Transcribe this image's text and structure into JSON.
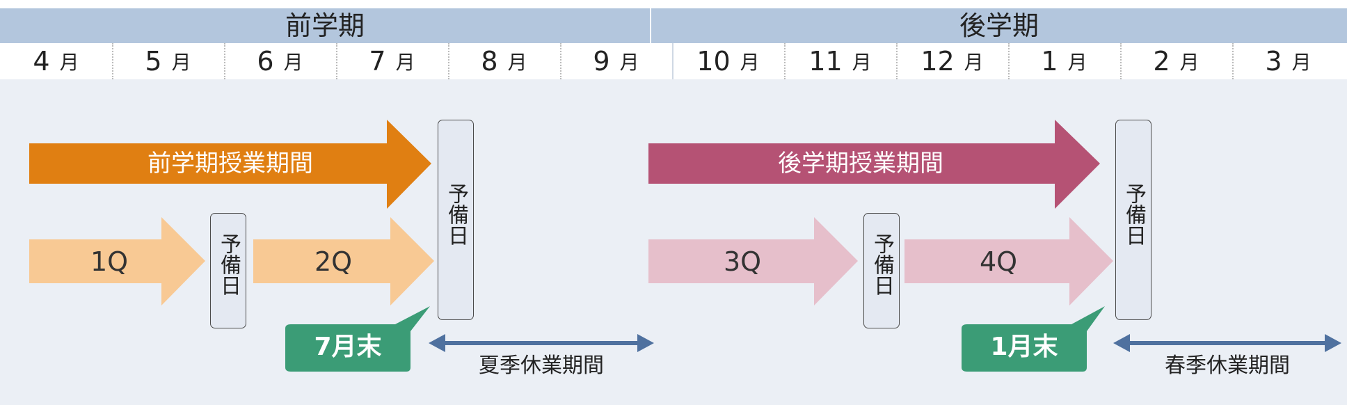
{
  "header": {
    "first_semester": "前学期",
    "second_semester": "後学期",
    "months": [
      {
        "num": "4",
        "unit": "月"
      },
      {
        "num": "5",
        "unit": "月"
      },
      {
        "num": "6",
        "unit": "月"
      },
      {
        "num": "7",
        "unit": "月"
      },
      {
        "num": "8",
        "unit": "月"
      },
      {
        "num": "9",
        "unit": "月"
      },
      {
        "num": "10",
        "unit": "月"
      },
      {
        "num": "11",
        "unit": "月"
      },
      {
        "num": "12",
        "unit": "月"
      },
      {
        "num": "1",
        "unit": "月"
      },
      {
        "num": "2",
        "unit": "月"
      },
      {
        "num": "3",
        "unit": "月"
      }
    ]
  },
  "timeline": {
    "first_class_period": "前学期授業期間",
    "second_class_period": "後学期授業期間",
    "q1": "1Q",
    "q2": "2Q",
    "q3": "3Q",
    "q4": "4Q",
    "reserve_day": "予備日",
    "first_deadline": "7月末",
    "second_deadline": "1月末",
    "summer_break": "夏季休業期間",
    "spring_break": "春季休業期間"
  },
  "colors": {
    "header_bg": "#b3c6dd",
    "timeline_bg": "#ebeff5",
    "first_semester_arrow": "#e07f12",
    "first_quarter_arrow": "#f8c994",
    "second_semester_arrow": "#b55274",
    "second_quarter_arrow": "#e6bfcb",
    "deadline_callout": "#3b9c76",
    "break_arrow": "#4f719f"
  }
}
